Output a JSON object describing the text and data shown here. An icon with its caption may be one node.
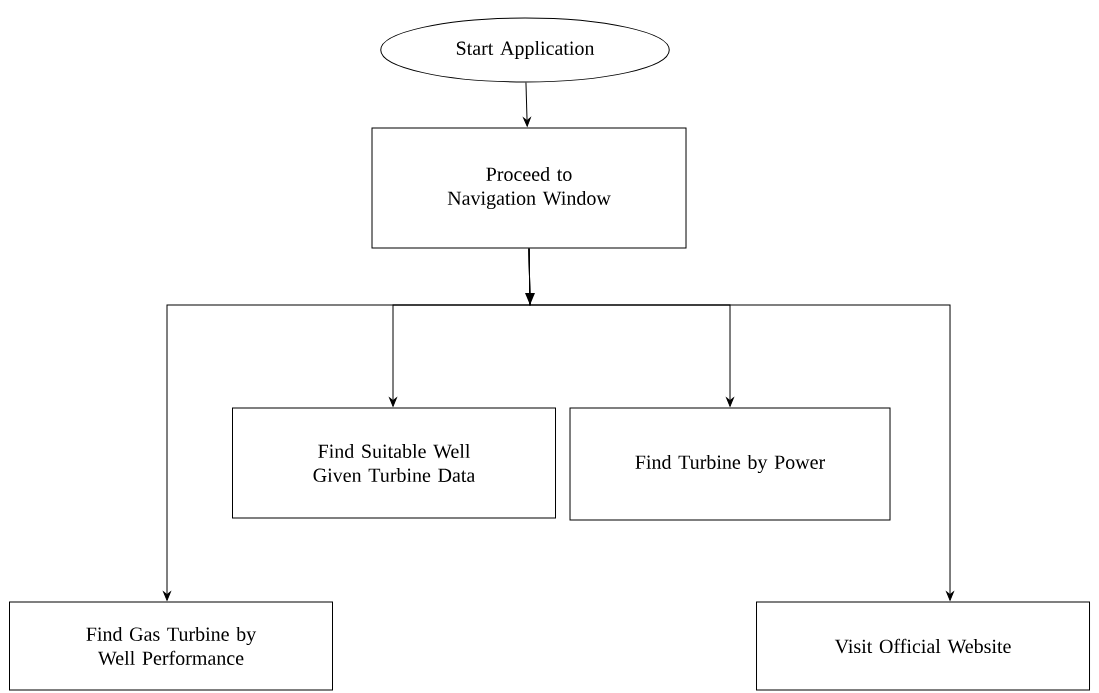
{
  "diagram": {
    "nodes": [
      {
        "text": [
          "Start Application"
        ]
      },
      {
        "text": [
          "Proceed to Navigation Window"
        ]
      },
      {
        "text": [
          "Find Suitable Well Given Turbine Data"
        ]
      },
      {
        "text": [
          "Find Turbine by Power"
        ]
      },
      {
        "text": [
          "Find Gas Turbine by Well Performance"
        ]
      },
      {
        "text": [
          "Visit Official Website"
        ]
      }
    ],
    "edges": [
      {
        "from": 0,
        "to": 1,
        "arrow": "to"
      },
      {
        "from": 1,
        "to": 2,
        "arrow": "to"
      },
      {
        "from": 1,
        "to": 3,
        "arrow": "to"
      },
      {
        "from": 1,
        "to": 4,
        "arrow": "to"
      },
      {
        "from": 1,
        "to": 5,
        "arrow": "to"
      }
    ]
  }
}
